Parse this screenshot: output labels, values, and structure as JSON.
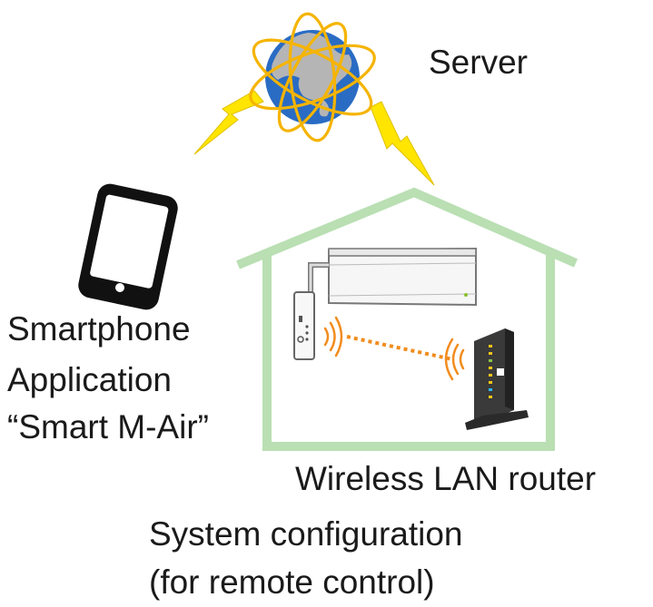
{
  "labels": {
    "server": "Server",
    "smartphone_line1": "Smartphone",
    "smartphone_line2": "Application",
    "smartphone_line3": "“Smart M-Air”",
    "router": "Wireless LAN router",
    "caption_line1": "System configuration",
    "caption_line2": "(for remote control)"
  },
  "colors": {
    "house": "#b9dfb3",
    "lightning": "#ffe500",
    "lightning_stroke": "#d9b800",
    "globe_ocean": "#2a6cc4",
    "globe_land": "#a9a9a9",
    "orbit": "#f5b400",
    "signal": "#f28c1e",
    "router_body": "#3a3a3a",
    "phone": "#111111"
  },
  "icons": [
    "globe-icon",
    "lightning-icon",
    "smartphone-icon",
    "house-outline-icon",
    "air-conditioner-icon",
    "wireless-adapter-icon",
    "router-icon",
    "wifi-wave-icon"
  ]
}
